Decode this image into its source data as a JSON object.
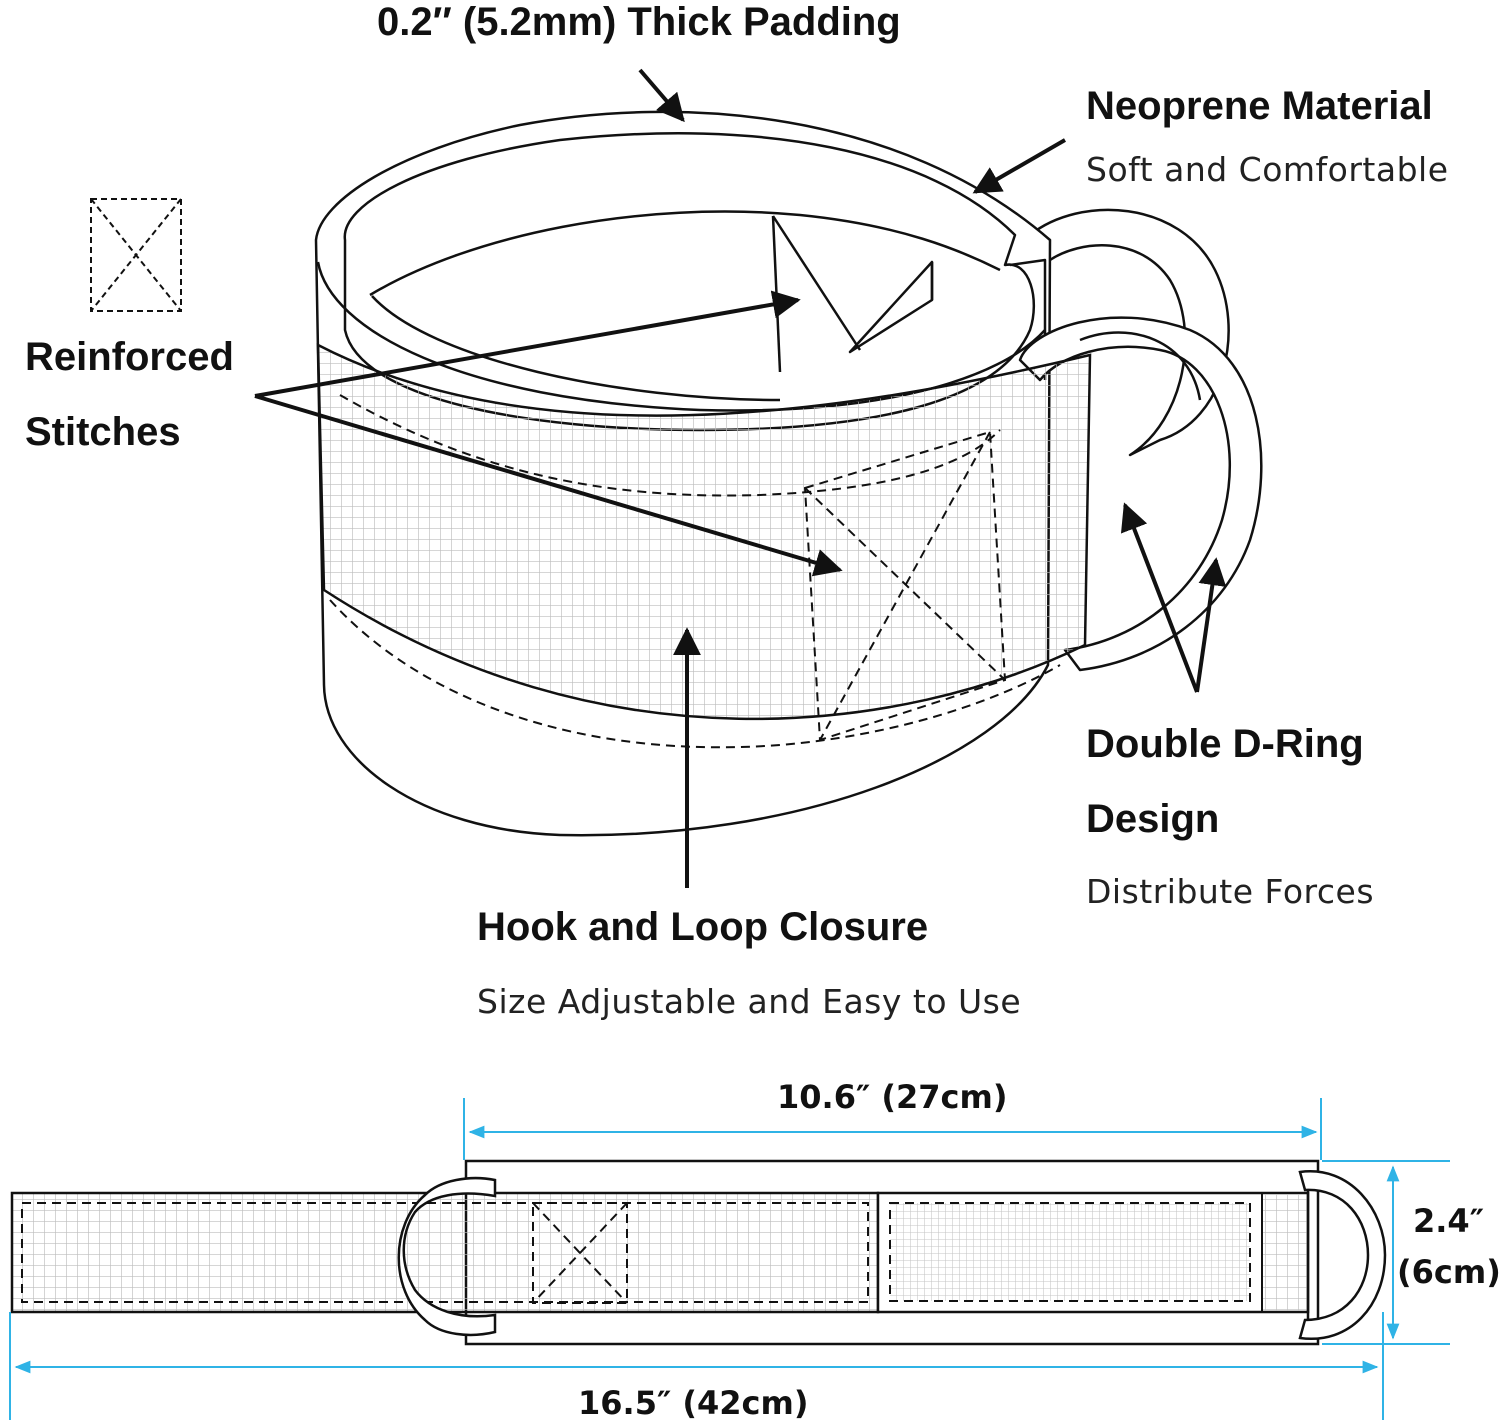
{
  "labels": {
    "padding": "0.2″ (5.2mm) Thick Padding",
    "neoprene_title": "Neoprene Material",
    "neoprene_sub": "Soft and Comfortable",
    "reinforced_line1": "Reinforced",
    "reinforced_line2": "Stitches",
    "dring_line1": "Double D-Ring",
    "dring_line2": "Design",
    "dring_sub": "Distribute Forces",
    "hook_title": "Hook and Loop Closure",
    "hook_sub": "Size Adjustable and Easy to Use"
  },
  "dimensions": {
    "inner_length": "10.6″ (27cm)",
    "total_length": "16.5″ (42cm)",
    "width_line1": "2.4″",
    "width_line2": "(6cm)"
  },
  "icons": {
    "stitch_legend": "x-box-stitch-icon"
  },
  "colors": {
    "outline": "#111111",
    "grid": "#bdbdbd",
    "dimension": "#2fb3e6"
  }
}
